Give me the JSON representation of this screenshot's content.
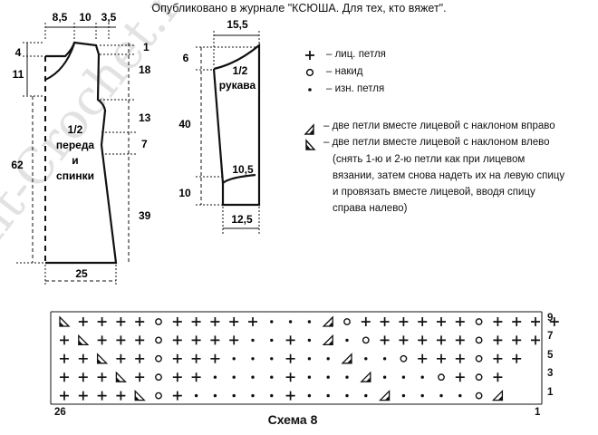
{
  "title": "Опубликовано в журнале \"КСЮША. Для тех, кто вяжет\".",
  "watermark": "Knit-Crochet.ru",
  "front_back": {
    "label": [
      "1/2",
      "переда",
      "и",
      "спинки"
    ],
    "top_dims": [
      "8,5",
      "10",
      "3,5"
    ],
    "left_dims": [
      "4",
      "11",
      "62"
    ],
    "right_dims": [
      "1",
      "18",
      "13",
      "7",
      "39"
    ],
    "bottom_dim": "25"
  },
  "sleeve": {
    "label": [
      "1/2",
      "рукава"
    ],
    "top_dim": "15,5",
    "left_dims": [
      "6",
      "40",
      "10"
    ],
    "inner_dim": "10,5",
    "bottom_dim": "12,5"
  },
  "legend": [
    {
      "symbol": "knit",
      "text": "– лиц. петля"
    },
    {
      "symbol": "yo",
      "text": "– накид"
    },
    {
      "symbol": "purl",
      "text": "– изн. петля"
    },
    {
      "symbol": "k2tog_right",
      "text": "– две петли вместе лицевой с наклоном вправо"
    },
    {
      "symbol": "k2tog_left",
      "text": "– две петли вместе лицевой с наклоном влево"
    }
  ],
  "legend_note": [
    "(снять 1-ю и 2-ю петли как при лицевом",
    "вязании, затем снова надеть их на левую спицу",
    "и провязать вместе лицевой, вводя спицу",
    "справа налево)"
  ],
  "chart": {
    "title": "Схема 8",
    "left_number": "26",
    "right_number": "1",
    "row_numbers": [
      "9",
      "7",
      "5",
      "3",
      "1"
    ],
    "rows": [
      "L++++o+++++...Ro++++++o++++",
      "+L+++o++++..+.R.o+++++o+++",
      "++L++o+++...+..R..o+++o++",
      "+++L+o++....+...R...o+o+",
      "++++Lo+.....+....R....oR"
    ]
  }
}
